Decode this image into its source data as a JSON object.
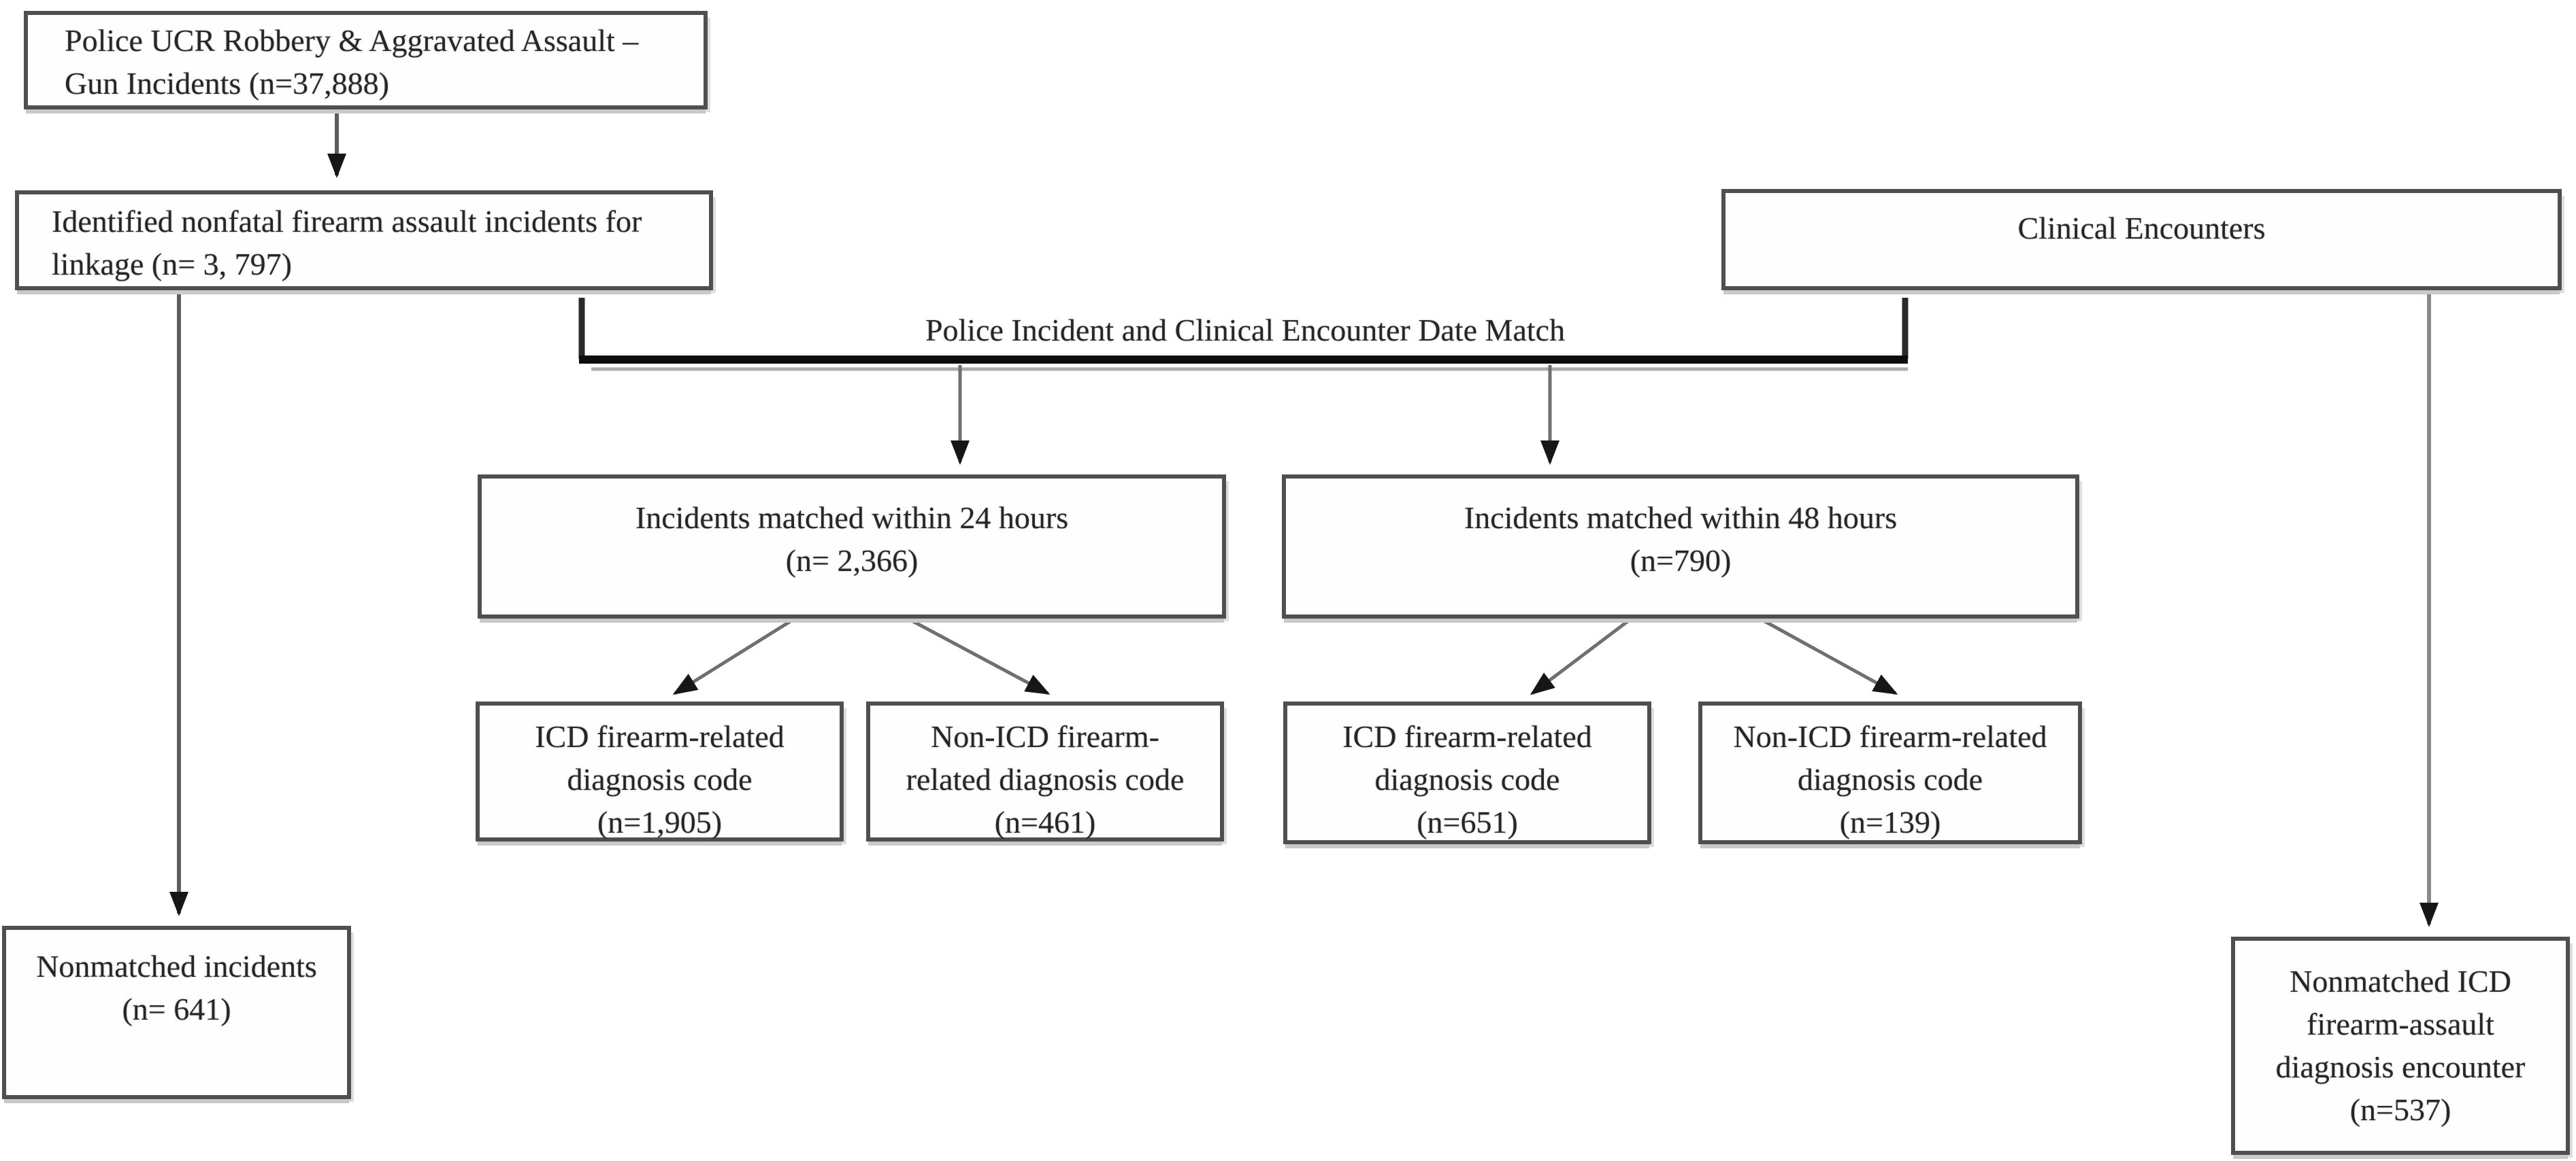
{
  "diagram": {
    "description": "Record-linkage flowchart of police gun incidents and clinical encounters",
    "colors": {
      "background": "#ffffff",
      "box_border": "#4f4f4f",
      "ink": "#262626",
      "thin_line": "#6f6f6f",
      "bracket_bar": "#0d0d0d",
      "arrowhead": "#161616"
    },
    "nodes": {
      "ucr": {
        "text": "Police UCR Robbery & Aggravated Assault –\nGun Incidents (n=37,888)"
      },
      "identified": {
        "text": "Identified nonfatal firearm assault incidents for\nlinkage (n= 3, 797)"
      },
      "clinical": {
        "text": "Clinical Encounters"
      },
      "matched24": {
        "text": "Incidents matched within 24 hours\n(n= 2,366)"
      },
      "matched48": {
        "text": "Incidents matched within 48 hours\n(n=790)"
      },
      "icd24": {
        "text": "ICD firearm-related\ndiagnosis code\n(n=1,905)"
      },
      "nonicd24": {
        "text": "Non-ICD firearm-\nrelated diagnosis code\n(n=461)"
      },
      "icd48": {
        "text": "ICD firearm-related\ndiagnosis code\n(n=651)"
      },
      "nonicd48": {
        "text": "Non-ICD firearm-related\ndiagnosis code\n(n=139)"
      },
      "nonmatched_incidents": {
        "text": "Nonmatched incidents\n(n= 641)"
      },
      "nonmatched_icd": {
        "text": "Nonmatched ICD\nfirearm-assault\ndiagnosis encounter\n(n=537)"
      }
    },
    "labels": {
      "date_match": "Police Incident and Clinical Encounter Date Match"
    }
  }
}
